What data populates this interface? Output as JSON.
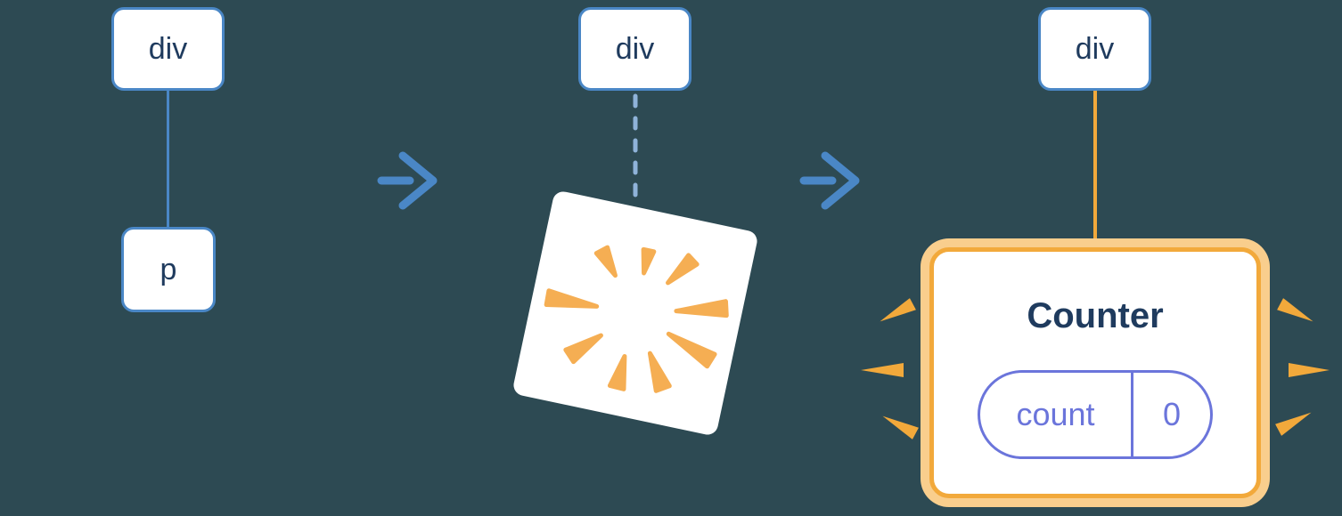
{
  "colors": {
    "background": "#2d4a53",
    "node_fill": "#ffffff",
    "blue": "#4a87c6",
    "dashed_blue": "#8fb3d9",
    "text_navy": "#1f3b5e",
    "orange": "#f2a93b",
    "orange_glow": "#f9ce8d",
    "burst_orange": "#f5ae53",
    "purple": "#6b75db"
  },
  "step1": {
    "parent_node": "div",
    "child_node": "p"
  },
  "step2": {
    "parent_node": "div"
  },
  "step3": {
    "parent_node": "div",
    "counter_component": {
      "title": "Counter",
      "state_name": "count",
      "state_value": "0"
    }
  },
  "icons": {
    "arrow_right": "→",
    "poof_burst": "✸",
    "sparkle": "✦"
  }
}
